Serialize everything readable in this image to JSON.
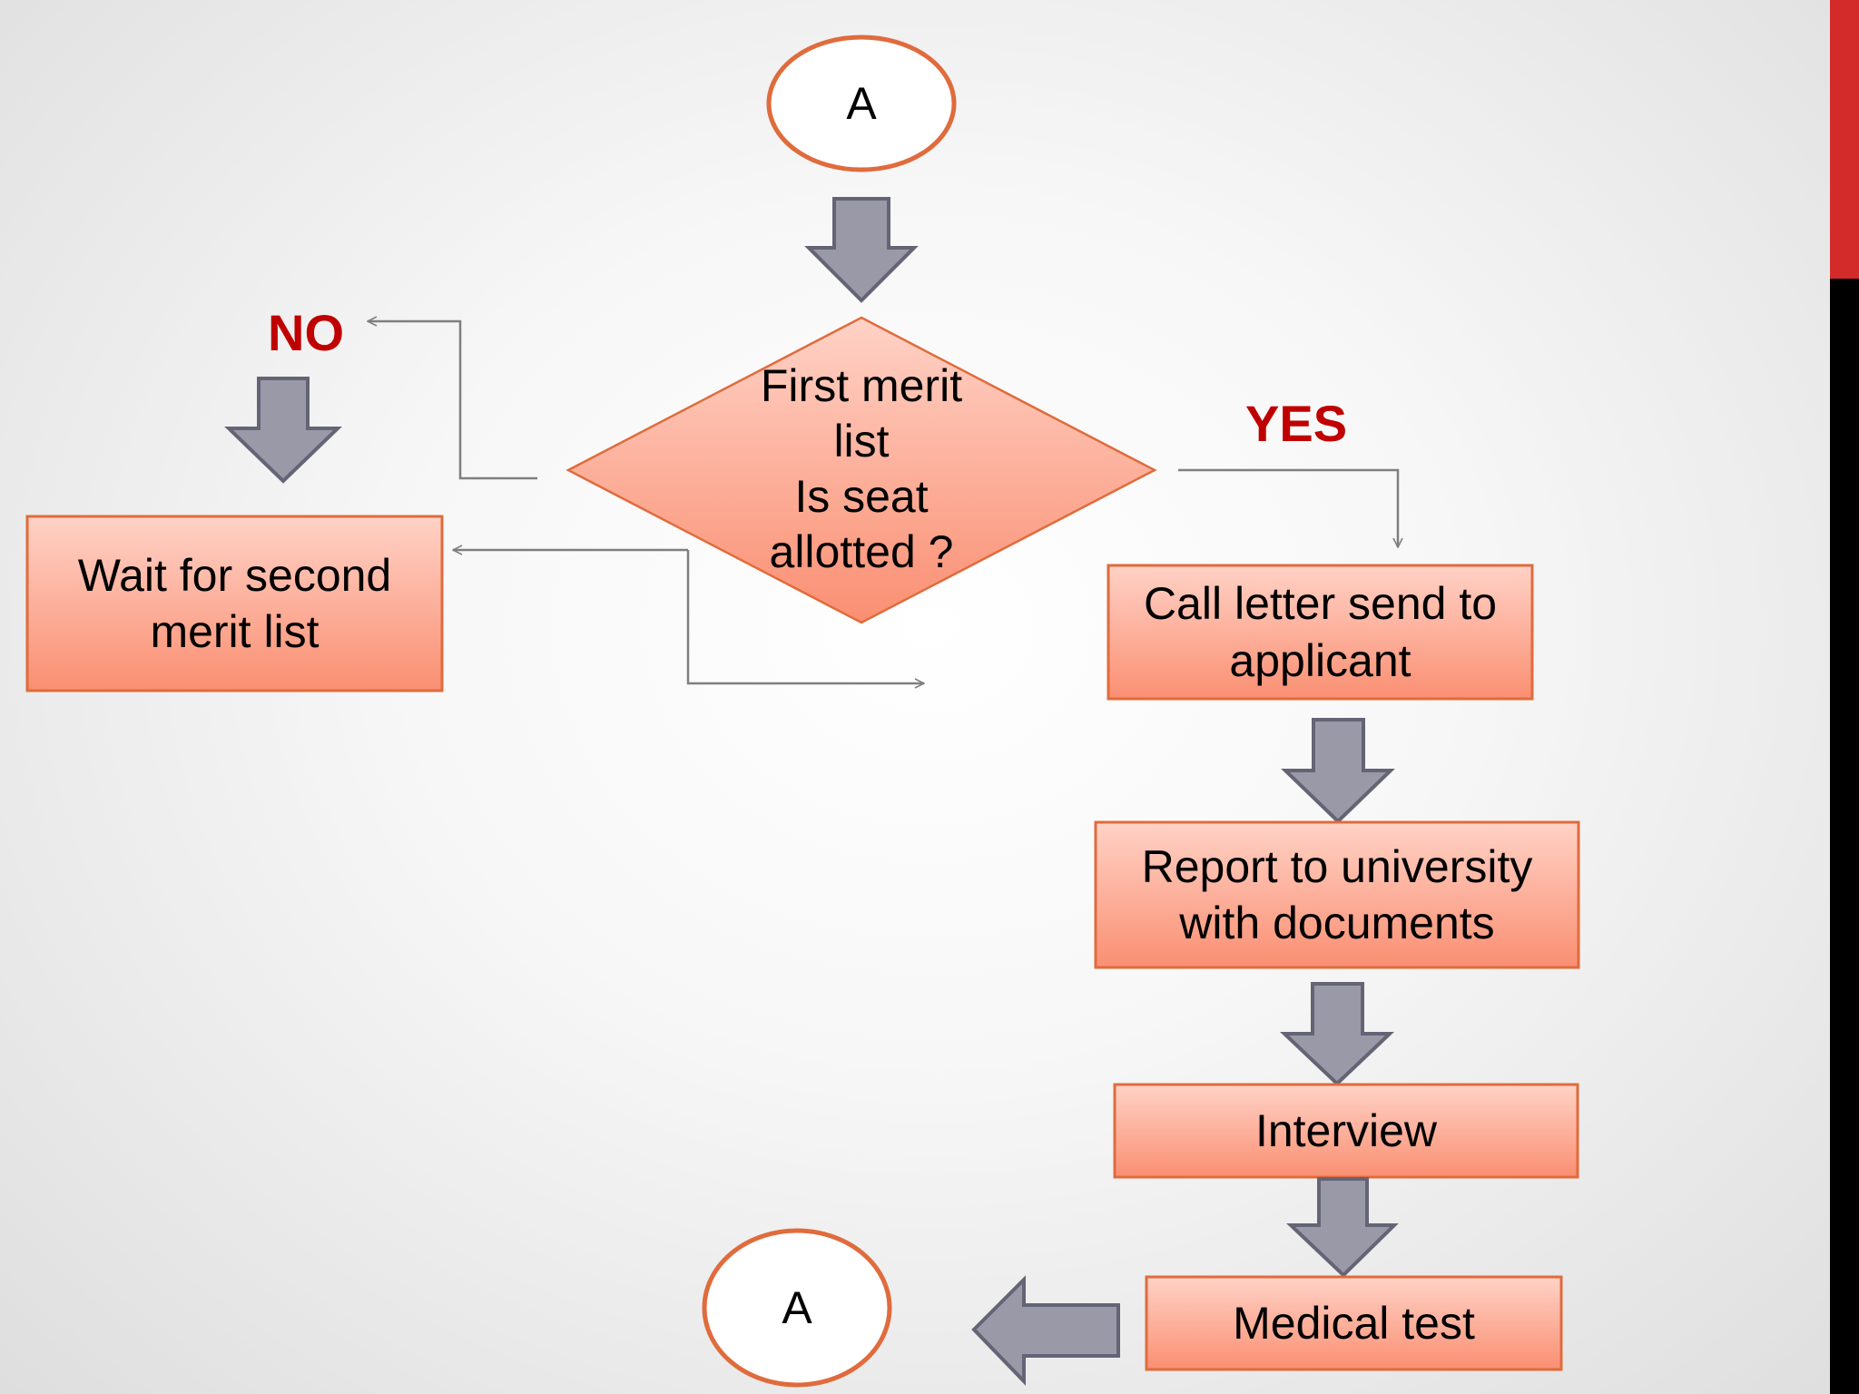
{
  "diagram": {
    "connector_top": "A",
    "connector_bottom": "A",
    "decision": "First merit\nlist\nIs seat\nallotted ?",
    "label_no": "NO",
    "label_yes": "YES",
    "wait_box": "Wait for second\nmerit list",
    "call_letter_box": "Call letter send to\napplicant",
    "report_box": "Report to university\nwith documents",
    "interview_box": "Interview",
    "medical_box": "Medical test"
  },
  "colors": {
    "box_fill_top": "#ffd2c6",
    "box_fill_bottom": "#fa8f72",
    "box_stroke": "#e06b3c",
    "block_arrow_fill": "#9999a8",
    "block_arrow_stroke": "#646475",
    "line_arrow": "#7f7f7f",
    "label": "#c00000",
    "side_bar": "#000000",
    "side_bar_accent": "#d32a2a"
  }
}
